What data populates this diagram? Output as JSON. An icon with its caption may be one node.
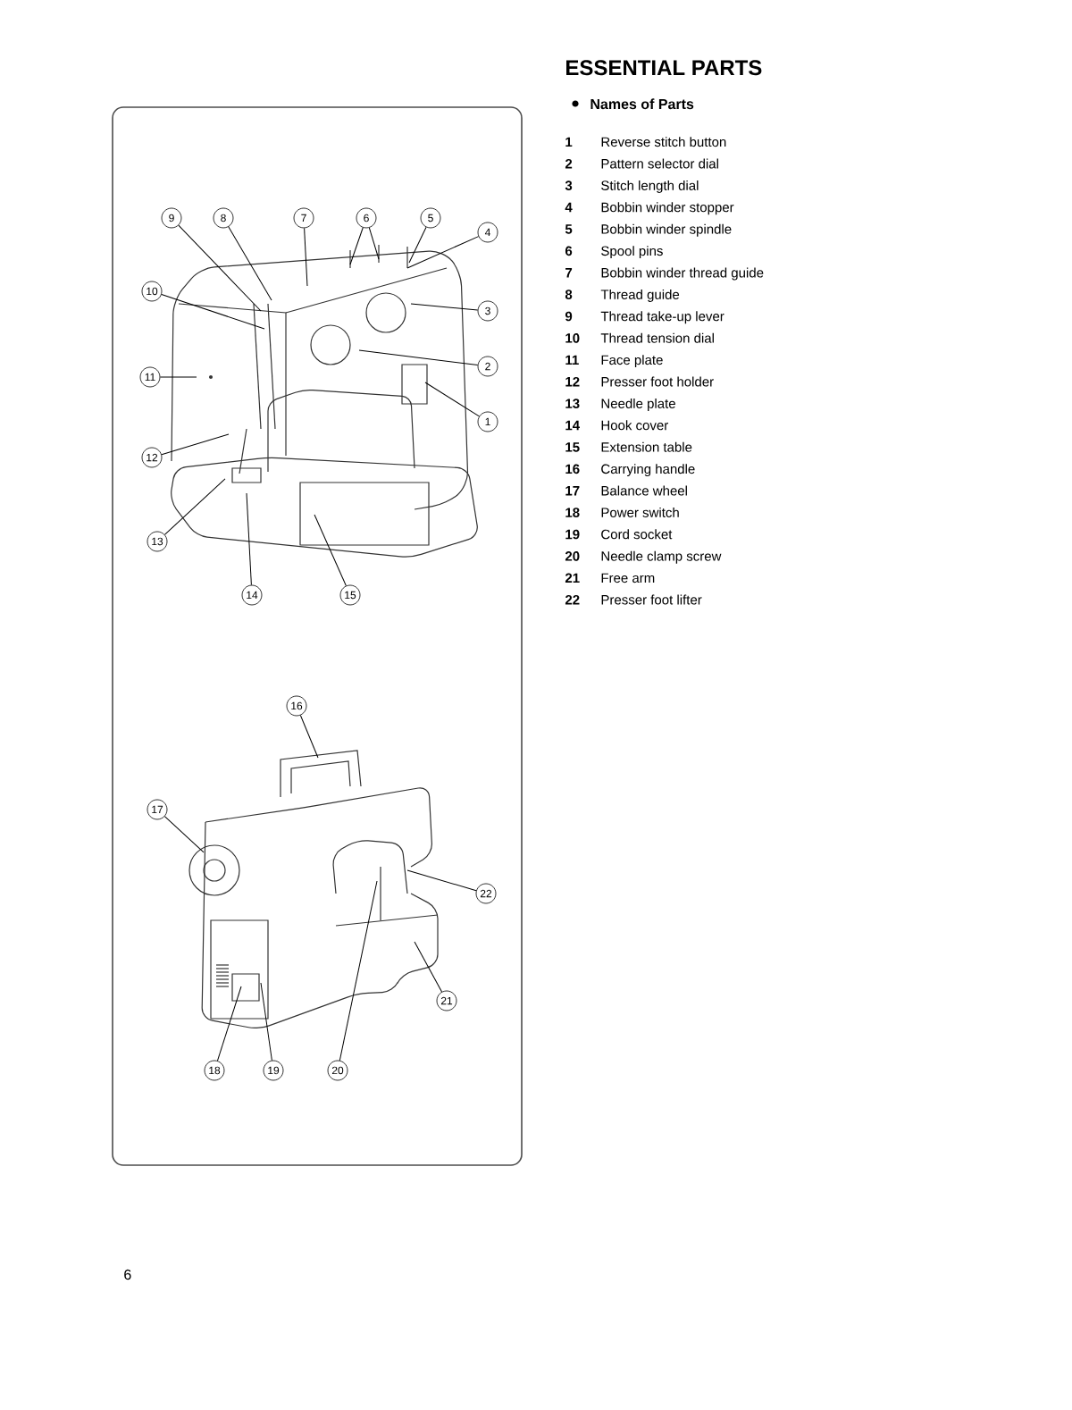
{
  "diagram": {
    "title": "ESSENTIAL PARTS",
    "nodes": [
      {
        "text": [
          "1"
        ]
      },
      {
        "text": [
          "2"
        ]
      },
      {
        "text": [
          "3"
        ]
      },
      {
        "text": [
          "4"
        ]
      },
      {
        "text": [
          "5"
        ]
      },
      {
        "text": [
          "6"
        ]
      },
      {
        "text": [
          "7"
        ]
      },
      {
        "text": [
          "8"
        ]
      },
      {
        "text": [
          "9"
        ]
      },
      {
        "text": [
          "10"
        ]
      },
      {
        "text": [
          "11"
        ]
      },
      {
        "text": [
          "12"
        ]
      },
      {
        "text": [
          "13"
        ]
      },
      {
        "text": [
          "14"
        ]
      },
      {
        "text": [
          "15"
        ]
      },
      {
        "text": [
          "16"
        ]
      },
      {
        "text": [
          "17"
        ]
      },
      {
        "text": [
          "18"
        ]
      },
      {
        "text": [
          "19"
        ]
      },
      {
        "text": [
          "20"
        ]
      },
      {
        "text": [
          "21"
        ]
      },
      {
        "text": [
          "22"
        ]
      },
      {
        "text": [],
        "shape": "picture"
      },
      {
        "text": [],
        "shape": "picture"
      }
    ],
    "edges": [
      {
        "from": 0,
        "to": 22,
        "arrow": "none"
      },
      {
        "from": 1,
        "to": 22,
        "arrow": "none"
      },
      {
        "from": 2,
        "to": 22,
        "arrow": "none"
      },
      {
        "from": 3,
        "to": 22,
        "arrow": "none"
      },
      {
        "from": 4,
        "to": 22,
        "arrow": "none"
      },
      {
        "from": 5,
        "to": 22,
        "arrow": "none"
      },
      {
        "from": 5,
        "to": 22,
        "arrow": "none"
      },
      {
        "from": 6,
        "to": 22,
        "arrow": "none"
      },
      {
        "from": 7,
        "to": 22,
        "arrow": "none"
      },
      {
        "from": 8,
        "to": 22,
        "arrow": "none"
      },
      {
        "from": 9,
        "to": 22,
        "arrow": "none"
      },
      {
        "from": 10,
        "to": 22,
        "arrow": "none"
      },
      {
        "from": 11,
        "to": 22,
        "arrow": "none"
      },
      {
        "from": 12,
        "to": 22,
        "arrow": "none"
      },
      {
        "from": 13,
        "to": 22,
        "arrow": "none"
      },
      {
        "from": 14,
        "to": 22,
        "arrow": "none"
      },
      {
        "from": 15,
        "to": 23,
        "arrow": "none"
      },
      {
        "from": 16,
        "to": 23,
        "arrow": "none"
      },
      {
        "from": 17,
        "to": 23,
        "arrow": "none"
      },
      {
        "from": 18,
        "to": 23,
        "arrow": "none"
      },
      {
        "from": 19,
        "to": 23,
        "arrow": "none"
      },
      {
        "from": 20,
        "to": 23,
        "arrow": "none"
      },
      {
        "from": 21,
        "to": 23,
        "arrow": "none"
      }
    ],
    "labels": [
      "Names of Parts",
      "1",
      "Reverse stitch button",
      "2",
      "Pattern selector dial",
      "3",
      "Stitch length dial",
      "4",
      "Bobbin winder stopper",
      "5",
      "Bobbin winder spindle",
      "6",
      "Spool pins",
      "7",
      "Bobbin winder thread guide",
      "8",
      "Thread guide",
      "9",
      "Thread take-up lever",
      "10",
      "Thread tension dial",
      "11",
      "Face plate",
      "12",
      "Presser foot holder",
      "13",
      "Needle plate",
      "14",
      "Hook cover",
      "15",
      "Extension table",
      "16",
      "Carrying handle",
      "17",
      "Balance wheel",
      "18",
      "Power switch",
      "19",
      "Cord socket",
      "20",
      "Needle clamp screw",
      "21",
      "Free arm",
      "22",
      "Presser foot lifter",
      "6"
    ]
  }
}
